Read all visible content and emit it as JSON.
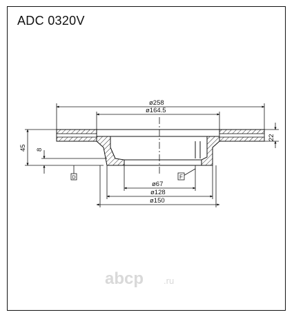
{
  "part_number": "ADC 0320V",
  "dimensions": {
    "outer_diameter": "ø258",
    "friction_inner_diameter": "ø164.5",
    "center_bore_diameter": "ø67",
    "bolt_circle_diameter": "ø128",
    "hat_diameter": "ø150",
    "disc_thickness": "22",
    "total_height": "45",
    "hat_offset": "8"
  },
  "datum_labels": {
    "d": "D",
    "f": "F"
  },
  "watermark": {
    "main": "abcp",
    "tld": ".ru"
  },
  "colors": {
    "line": "#111111",
    "watermark": "#d9d9d9"
  }
}
